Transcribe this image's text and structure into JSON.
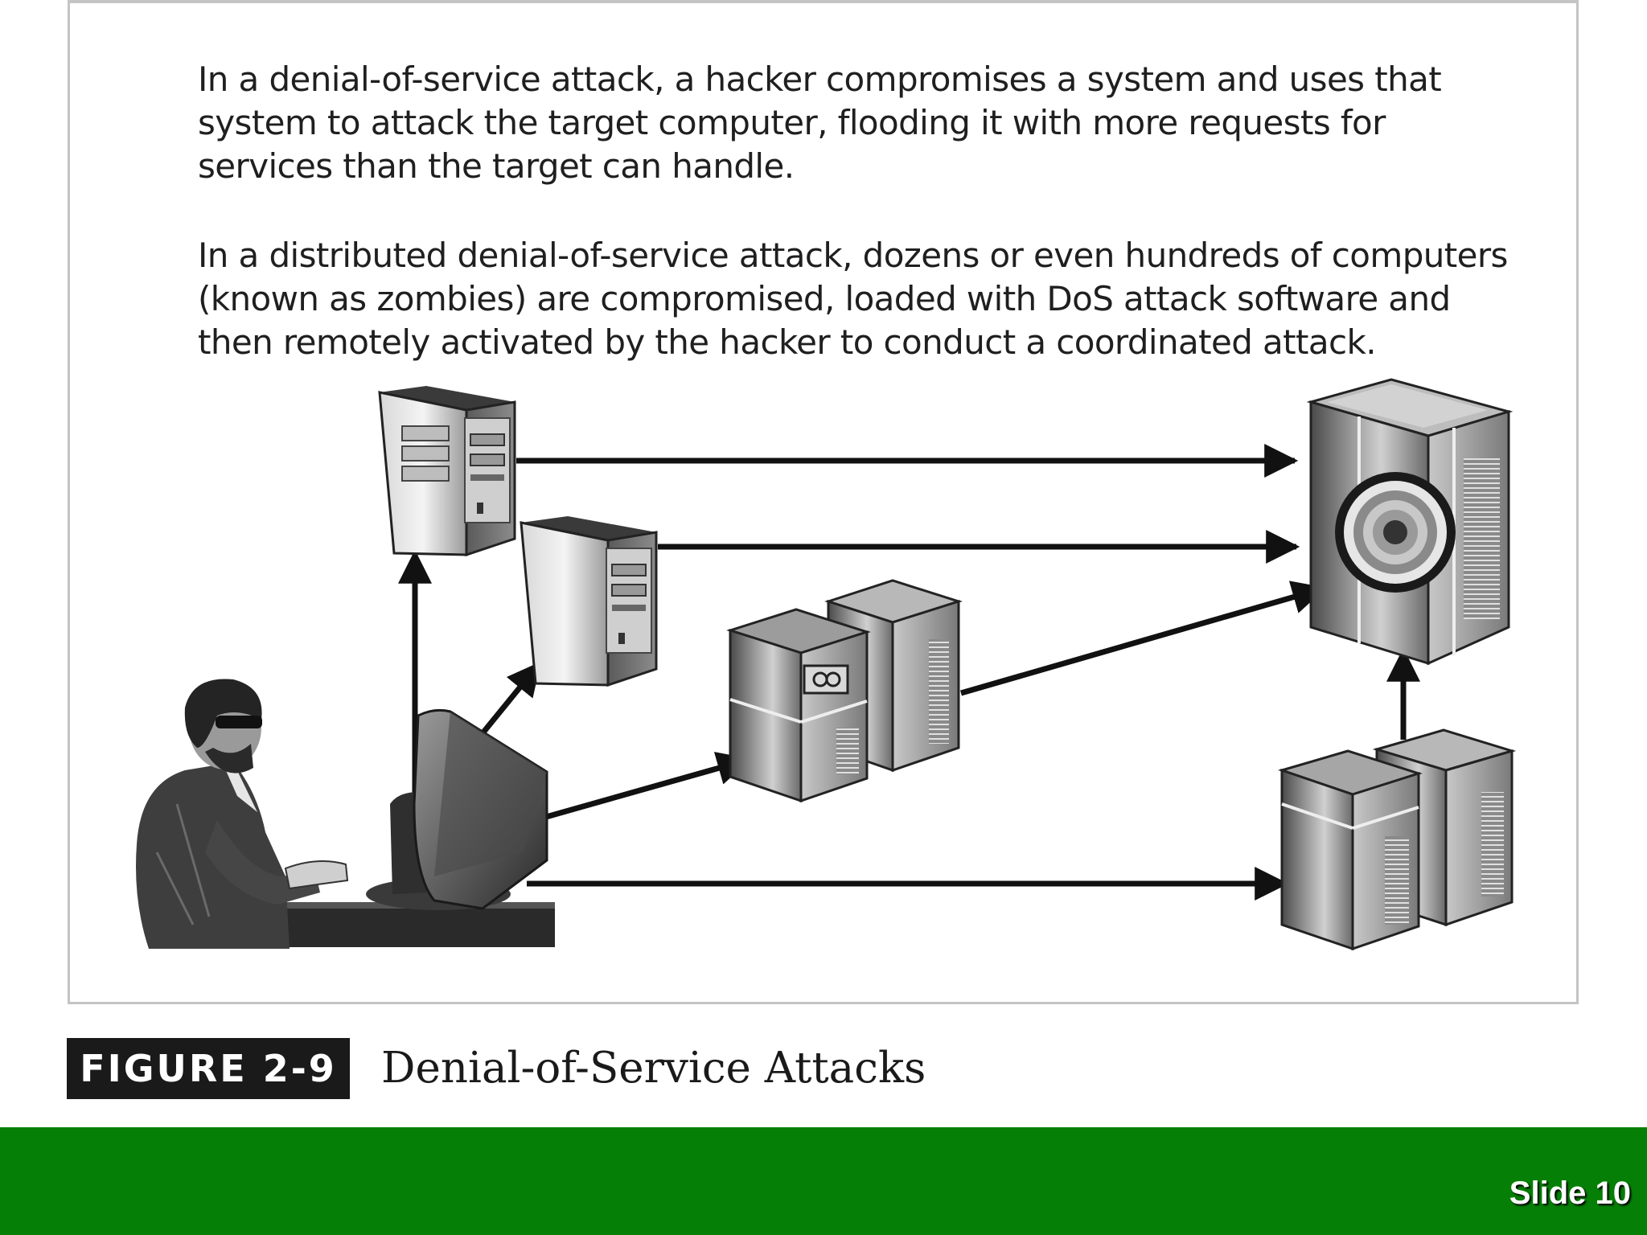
{
  "description": {
    "paragraph1": [
      "In a denial-of-service attack, a hacker compromises a system and uses that",
      "system to attack the target computer, flooding it with more requests for",
      "services than the target can handle."
    ],
    "paragraph2": [
      "In a distributed denial-of-service attack, dozens or even hundreds of computers",
      "(known as zombies) are compromised, loaded with DoS attack software and",
      "then remotely activated by the hacker to conduct a coordinated attack."
    ]
  },
  "figure": {
    "label": "FIGURE 2-9",
    "title": "Denial-of-Service Attacks"
  },
  "footer": {
    "slide_number": "Slide 10",
    "color": "#067f06"
  },
  "icons": [
    "hacker-figure-icon",
    "monitor-icon",
    "zombie-tower-icon",
    "zombie-server-icon",
    "target-server-icon",
    "target-mark-icon"
  ]
}
